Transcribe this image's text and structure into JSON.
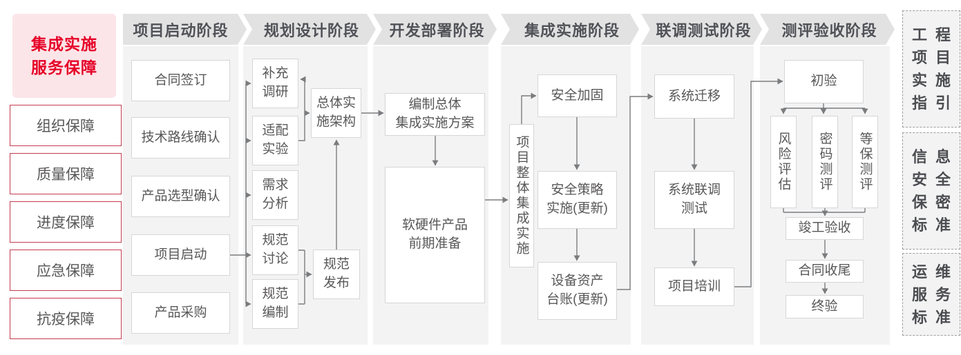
{
  "sidebar": {
    "title": "集成实施\n服务保障",
    "items": [
      "组织保障",
      "质量保障",
      "进度保障",
      "应急保障",
      "抗疫保障"
    ]
  },
  "phases": [
    {
      "label": "项目启动阶段"
    },
    {
      "label": "规划设计阶段"
    },
    {
      "label": "开发部署阶段"
    },
    {
      "label": "集成实施阶段"
    },
    {
      "label": "联调测试阶段"
    },
    {
      "label": "测评验收阶段"
    }
  ],
  "boxes": {
    "contract_signing": "合同签订",
    "tech_route_confirm": "技术路线确认",
    "product_selection_confirm": "产品选型确认",
    "project_kickoff": "项目启动",
    "product_procurement": "产品采购",
    "supplement_research": "补充\n调研",
    "adaptation_test": "适配\n实验",
    "requirement_analysis": "需求\n分析",
    "spec_discussion": "规范\n讨论",
    "spec_compilation": "规范\n编制",
    "overall_impl_architecture": "总体实\n施架构",
    "spec_release": "规范\n发布",
    "compile_overall_plan": "编制总体\n集成实施方案",
    "hw_sw_preparation": "软硬件产品\n前期准备",
    "overall_integration_impl": "项目整体集成实施",
    "security_hardening": "安全加固",
    "security_policy_impl": "安全策略\n实施(更新)",
    "asset_ledger_update": "设备资产\n台账(更新)",
    "system_migration": "系统迁移",
    "joint_debug_test": "系统联调\n测试",
    "project_training": "项目培训",
    "initial_acceptance": "初验",
    "risk_assessment": "风险评估",
    "crypto_evaluation": "密码测评",
    "mlps_evaluation": "等保测评",
    "completion_acceptance": "竣工验收",
    "contract_closure": "合同收尾",
    "final_acceptance": "终验"
  },
  "standards": [
    {
      "text": "工程\n项目\n实施\n指引"
    },
    {
      "text": "信息\n安全\n保密\n标准"
    },
    {
      "text": "运维\n服务\n标准"
    }
  ],
  "colors": {
    "accent_red": "#e60027",
    "accent_pink_bg": "#fbe5e8",
    "red_border": "#c43b4e",
    "header_bg": "#e2e2e3",
    "column_bg": "#f3f3f4",
    "line_gray": "#7b7c7e",
    "text_gray": "#595757"
  }
}
